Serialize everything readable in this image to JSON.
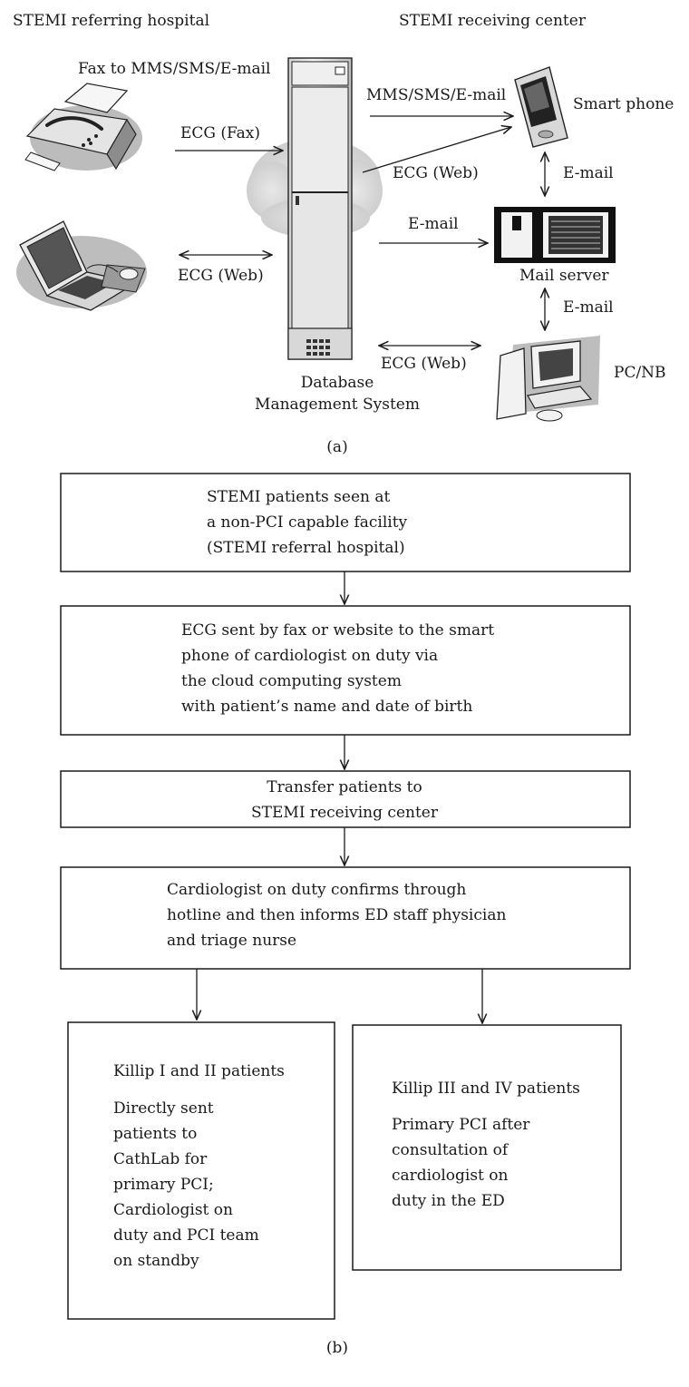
{
  "part_a": {
    "header_left": "STEMI referring hospital",
    "header_right": "STEMI receiving center",
    "fax_top_label": "Fax to MMS/SMS/E-mail",
    "fax_arrow_label": "ECG (Fax)",
    "pc_left_arrow_label": "ECG (Web)",
    "to_phone_label": "MMS/SMS/E-mail",
    "web_to_phone_label": "ECG (Web)",
    "to_mail_label": "E-mail",
    "to_pc_label": "ECG (Web)",
    "db_label_line1": "Database",
    "db_label_line2": "Management System",
    "phone_label": "Smart phone",
    "mail_server_label": "Mail server",
    "pc_label": "PC/NB",
    "phone_mail_link_label": "E-mail",
    "mail_pc_link_label": "E-mail",
    "caption": "(a)"
  },
  "part_b": {
    "box1": [
      "STEMI patients seen at",
      "a non-PCI capable facility",
      "(STEMI referral hospital)"
    ],
    "box2": [
      "ECG sent by fax or website to the smart",
      "phone of cardiologist on duty via",
      "the cloud computing system",
      "with patient’s name and date of birth"
    ],
    "box3": [
      "Transfer patients to",
      "STEMI receiving center"
    ],
    "box4": [
      "Cardiologist on duty confirms through",
      "hotline and then informs ED staff physician",
      "and triage nurse"
    ],
    "box5_title": "Killip I and II patients",
    "box5_body": [
      "Directly sent",
      "patients to",
      "CathLab for",
      "primary PCI;",
      "Cardiologist on",
      "duty and PCI team",
      "on standby"
    ],
    "box6_title": "Killip III and IV patients",
    "box6_body": [
      "Primary PCI after",
      "consultation of",
      "cardiologist on",
      "duty in the ED"
    ],
    "caption": "(b)"
  }
}
